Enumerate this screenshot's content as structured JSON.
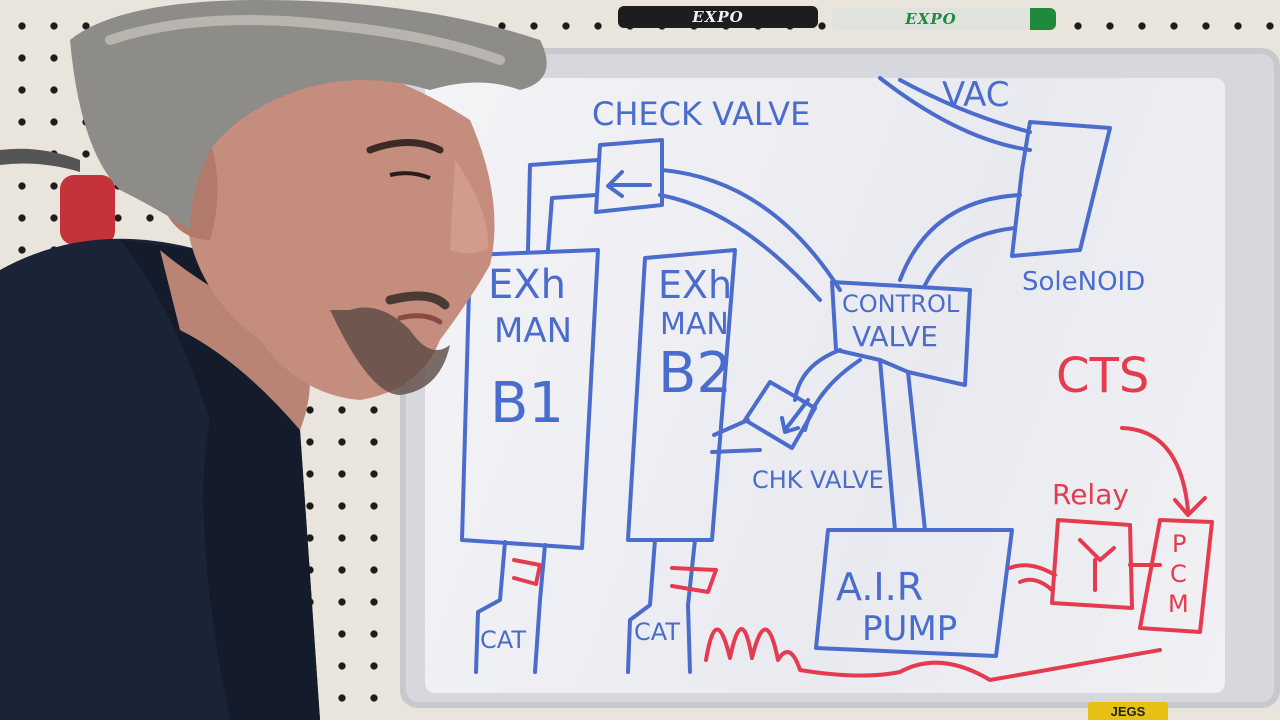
{
  "markers": {
    "left": "EXPO",
    "right": "EXPO"
  },
  "diagram": {
    "check_valve_top": "CHECK VALVE",
    "vac": "VAC",
    "solenoid": "SoleNOID",
    "exh_man_b1": {
      "line1": "EXh",
      "line2": "MAN",
      "line3": "B1"
    },
    "exh_man_b2": {
      "line1": "EXh",
      "line2": "MAN",
      "line3": "B2"
    },
    "control_valve": {
      "line1": "CONTROL",
      "line2": "VALVE"
    },
    "chk_valve": "CHK VALVE",
    "cts": "CTS",
    "relay": "Relay",
    "pcm": {
      "l1": "P",
      "l2": "C",
      "l3": "M"
    },
    "air_pump": {
      "line1": "A.I.R",
      "line2": "PUMP"
    },
    "cat_left": "CAT",
    "cat_right": "CAT"
  },
  "logo": "JEGS",
  "colors": {
    "marker_blue": "#4a6ccc",
    "marker_red": "#e53b4f",
    "shirt": "#1b2336"
  }
}
